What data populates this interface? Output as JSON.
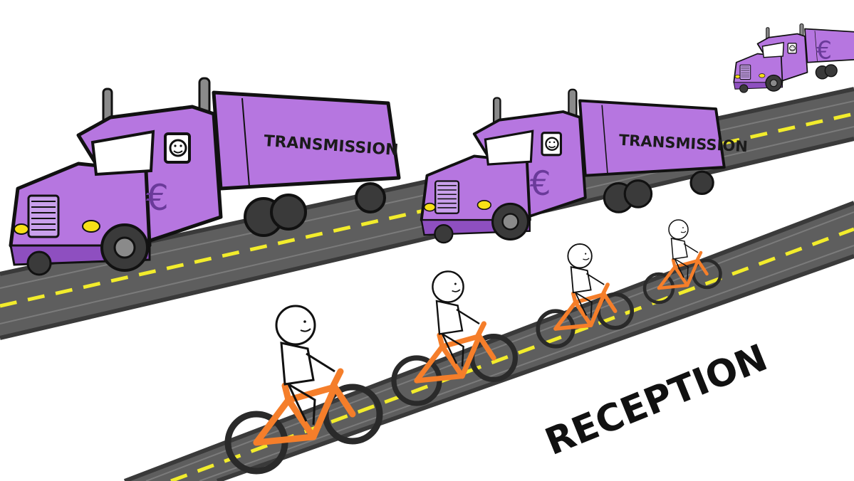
{
  "trucks": [
    {
      "label": "TRANSMISSION",
      "symbol": "€"
    },
    {
      "label": "TRANSMISSION",
      "symbol": "€"
    },
    {
      "label": "",
      "symbol": "€"
    }
  ],
  "reception_label": "RECEPTION",
  "colors": {
    "truck": "#B676E0",
    "truck_dark": "#8E4FC0",
    "road": "#5E5E5E",
    "road_dark": "#3A3A3A",
    "lane_line": "#F2EC2C",
    "bike": "#F57E2A",
    "headlight": "#F7E017"
  }
}
